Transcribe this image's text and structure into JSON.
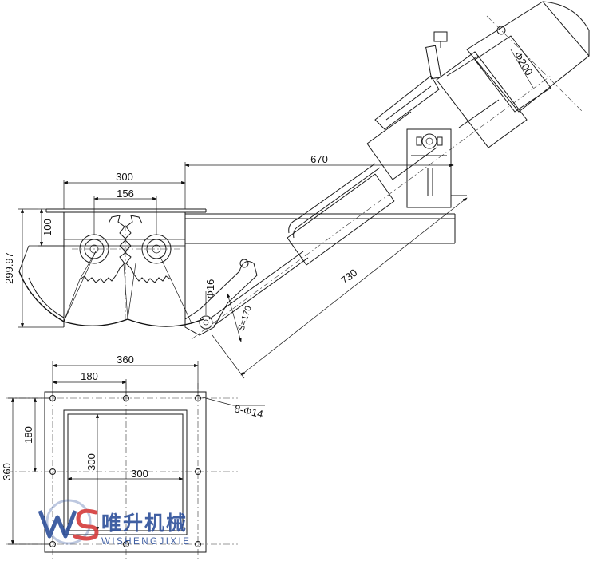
{
  "dimensions": {
    "side_width": "300",
    "gear_spacing": "156",
    "motor_offset": "670",
    "top_height": "100",
    "total_height": "299.97",
    "pin_dia": "Φ16",
    "stroke": "S=170",
    "cylinder_length": "730",
    "motor_dia": "Φ200",
    "plan_width": "360",
    "plan_half": "180",
    "holes": "8-Φ14",
    "plan_height": "360",
    "plan_half_v": "180",
    "opening_v": "300",
    "opening_h": "300"
  },
  "logo": {
    "cn": "唯升机械",
    "en": "WISHENGJIXIE",
    "colors": {
      "blue": "#2d4f9a",
      "red": "#d43a3a"
    }
  }
}
